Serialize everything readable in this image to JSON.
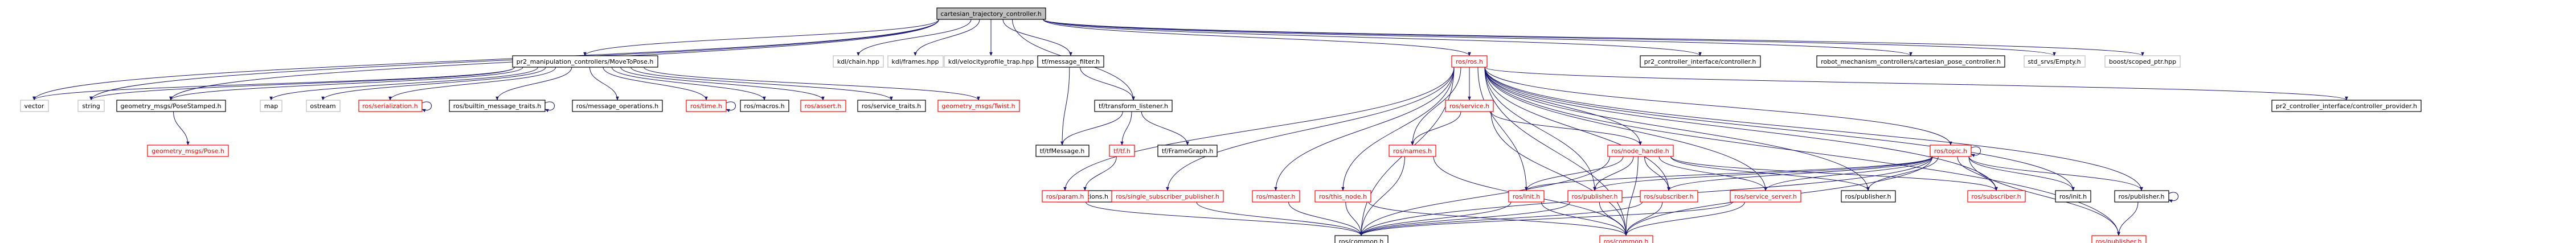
{
  "colors": {
    "edge": "#191970",
    "root_fill": "#bfbfbf",
    "black_border": "#000000",
    "red_border": "#ff0000",
    "gray_border": "#bfbfbf",
    "label_red": "#ff0000",
    "label_black": "#000000"
  },
  "graph": {
    "nodes": [
      {
        "id": "root",
        "label": "cartesian_trajectory_controller.h",
        "style": "root"
      },
      {
        "id": "vector",
        "label": "vector",
        "style": "gray"
      },
      {
        "id": "string",
        "label": "string",
        "style": "gray"
      },
      {
        "id": "pr2mv",
        "label": "pr2_manipulation_controllers/MoveToPose.h",
        "style": "black"
      },
      {
        "id": "kdlchain",
        "label": "kdl/chain.hpp",
        "style": "gray"
      },
      {
        "id": "kdlframes",
        "label": "kdl/frames.hpp",
        "style": "gray"
      },
      {
        "id": "kdlvel",
        "label": "kdl/velocityprofile_trap.hpp",
        "style": "gray"
      },
      {
        "id": "tfmf",
        "label": "tf/message_filter.h",
        "style": "black"
      },
      {
        "id": "rosros",
        "label": "ros/ros.h",
        "style": "red"
      },
      {
        "id": "pr2ctrlif",
        "label": "pr2_controller_interface/controller.h",
        "style": "black"
      },
      {
        "id": "robmech",
        "label": "robot_mechanism_controllers/cartesian_pose_controller.h",
        "style": "black"
      },
      {
        "id": "stdsrvs",
        "label": "std_srvs/Empty.h",
        "style": "gray"
      },
      {
        "id": "boost",
        "label": "boost/scoped_ptr.hpp",
        "style": "gray"
      },
      {
        "id": "geoposestamped",
        "label": "geometry_msgs/PoseStamped.h",
        "style": "black"
      },
      {
        "id": "map",
        "label": "map",
        "style": "gray"
      },
      {
        "id": "ostream",
        "label": "ostream",
        "style": "gray"
      },
      {
        "id": "rosser",
        "label": "ros/serialization.h",
        "style": "red"
      },
      {
        "id": "rosbmt",
        "label": "ros/builtin_message_traits.h",
        "style": "black"
      },
      {
        "id": "rosmsgops",
        "label": "ros/message_operations.h",
        "style": "black"
      },
      {
        "id": "rostime",
        "label": "ros/time.h",
        "style": "red"
      },
      {
        "id": "rosmacros",
        "label": "ros/macros.h",
        "style": "black"
      },
      {
        "id": "rosassert",
        "label": "ros/assert.h",
        "style": "red"
      },
      {
        "id": "rossvctr",
        "label": "ros/service_traits.h",
        "style": "black"
      },
      {
        "id": "geotwist",
        "label": "geometry_msgs/Twist.h",
        "style": "red"
      },
      {
        "id": "tftl",
        "label": "tf/transform_listener.h",
        "style": "black"
      },
      {
        "id": "pr2cp",
        "label": "pr2_controller_interface/controller_provider.h",
        "style": "black"
      },
      {
        "id": "geopose",
        "label": "geometry_msgs/Pose.h",
        "style": "red"
      },
      {
        "id": "rosservice",
        "label": "ros/service.h",
        "style": "red"
      },
      {
        "id": "rosnh",
        "label": "ros/node_handle.h",
        "style": "red"
      },
      {
        "id": "rostopic",
        "label": "ros/topic.h",
        "style": "red"
      },
      {
        "id": "tftfmsg",
        "label": "tf/tfMessage.h",
        "style": "black"
      },
      {
        "id": "tftf",
        "label": "tf/tf.h",
        "style": "red"
      },
      {
        "id": "tfframegraph",
        "label": "tf/FrameGraph.h",
        "style": "black"
      },
      {
        "id": "rosnames",
        "label": "ros/names.h",
        "style": "red"
      },
      {
        "id": "tfexc",
        "label": "tf/exceptions.h",
        "style": "black"
      },
      {
        "id": "rosparam",
        "label": "ros/param.h",
        "style": "red"
      },
      {
        "id": "rossspub",
        "label": "ros/single_subscriber_publisher.h",
        "style": "red"
      },
      {
        "id": "rosmaster",
        "label": "ros/master.h",
        "style": "red"
      },
      {
        "id": "rosthisnode",
        "label": "ros/this_node.h",
        "style": "red"
      },
      {
        "id": "rosinit",
        "label": "ros/init.h",
        "style": "red"
      },
      {
        "id": "rospubA",
        "label": "ros/publisher.h",
        "style": "red"
      },
      {
        "id": "rossubA",
        "label": "ros/subscriber.h",
        "style": "red"
      },
      {
        "id": "rossvcserver",
        "label": "ros/service_server.h",
        "style": "red"
      },
      {
        "id": "rospubB",
        "label": "ros/publisher.h",
        "style": "black"
      },
      {
        "id": "rossubB",
        "label": "ros/subscriber.h",
        "style": "red"
      },
      {
        "id": "rosinitB",
        "label": "ros/init.h",
        "style": "black"
      },
      {
        "id": "rospubC",
        "label": "ros/publisher.h",
        "style": "black"
      },
      {
        "id": "roscommonA",
        "label": "ros/common.h",
        "style": "black"
      },
      {
        "id": "roscommonB",
        "label": "ros/common.h",
        "style": "red"
      },
      {
        "id": "rospubD",
        "label": "ros/publisher.h",
        "style": "red"
      }
    ],
    "edges": [
      [
        "root",
        "vector"
      ],
      [
        "root",
        "string"
      ],
      [
        "root",
        "pr2mv"
      ],
      [
        "root",
        "kdlchain"
      ],
      [
        "root",
        "kdlframes"
      ],
      [
        "root",
        "kdlvel"
      ],
      [
        "root",
        "tfmf"
      ],
      [
        "root",
        "tftl"
      ],
      [
        "root",
        "rosros"
      ],
      [
        "root",
        "pr2ctrlif"
      ],
      [
        "root",
        "robmech"
      ],
      [
        "root",
        "stdsrvs"
      ],
      [
        "root",
        "boost"
      ],
      [
        "root",
        "geoposestamped"
      ],
      [
        "pr2mv",
        "vector"
      ],
      [
        "pr2mv",
        "string"
      ],
      [
        "pr2mv",
        "geoposestamped"
      ],
      [
        "pr2mv",
        "map"
      ],
      [
        "pr2mv",
        "ostream"
      ],
      [
        "pr2mv",
        "rosser"
      ],
      [
        "pr2mv",
        "rosbmt"
      ],
      [
        "pr2mv",
        "rosmsgops"
      ],
      [
        "pr2mv",
        "rostime"
      ],
      [
        "pr2mv",
        "rosmacros"
      ],
      [
        "pr2mv",
        "rosassert"
      ],
      [
        "pr2mv",
        "rossvctr"
      ],
      [
        "pr2mv",
        "geotwist"
      ],
      [
        "rosser",
        "rosser"
      ],
      [
        "rosbmt",
        "rosbmt"
      ],
      [
        "rostime",
        "rostime"
      ],
      [
        "geoposestamped",
        "geopose"
      ],
      [
        "tfmf",
        "tftfmsg"
      ],
      [
        "tfmf",
        "tftl"
      ],
      [
        "tftl",
        "tftfmsg"
      ],
      [
        "tftl",
        "tftf"
      ],
      [
        "tftl",
        "tfframegraph"
      ],
      [
        "tftf",
        "tfexc"
      ],
      [
        "rosros",
        "pr2cp"
      ],
      [
        "rosros",
        "rosservice"
      ],
      [
        "rosros",
        "rosnh"
      ],
      [
        "rosros",
        "rostopic"
      ],
      [
        "rosros",
        "rosnames"
      ],
      [
        "rosros",
        "rosparam"
      ],
      [
        "rosros",
        "rossspub"
      ],
      [
        "rosros",
        "rosmaster"
      ],
      [
        "rosros",
        "rosthisnode"
      ],
      [
        "rosros",
        "rosinit"
      ],
      [
        "rosros",
        "rospubA"
      ],
      [
        "rosros",
        "rossubA"
      ],
      [
        "rosros",
        "rossvcserver"
      ],
      [
        "rosros",
        "rospubB"
      ],
      [
        "rosros",
        "rossubB"
      ],
      [
        "rosros",
        "rosinitB"
      ],
      [
        "rosros",
        "rospubC"
      ],
      [
        "rosros",
        "rospubD"
      ],
      [
        "rosros",
        "roscommonA"
      ],
      [
        "rosros",
        "roscommonB"
      ],
      [
        "rosservice",
        "rosnames"
      ],
      [
        "rosservice",
        "rosnh"
      ],
      [
        "rosservice",
        "roscommonB"
      ],
      [
        "rosnames",
        "roscommonA"
      ],
      [
        "rosnames",
        "roscommonB"
      ],
      [
        "rosnh",
        "rosinit"
      ],
      [
        "rosnh",
        "rospubA"
      ],
      [
        "rosnh",
        "rossubA"
      ],
      [
        "rosnh",
        "rossvcserver"
      ],
      [
        "rosnh",
        "rospubB"
      ],
      [
        "rosnh",
        "rossubB"
      ],
      [
        "rosnh",
        "roscommonA"
      ],
      [
        "rosnh",
        "roscommonB"
      ],
      [
        "rostopic",
        "rostopic"
      ],
      [
        "rostopic",
        "rosinit"
      ],
      [
        "rostopic",
        "rospubA"
      ],
      [
        "rostopic",
        "rossubA"
      ],
      [
        "rostopic",
        "rossvcserver"
      ],
      [
        "rostopic",
        "rospubB"
      ],
      [
        "rostopic",
        "rossubB"
      ],
      [
        "rostopic",
        "rosinitB"
      ],
      [
        "rostopic",
        "rospubC"
      ],
      [
        "rostopic",
        "rospubD"
      ],
      [
        "rostopic",
        "roscommonA"
      ],
      [
        "rostopic",
        "roscommonB"
      ],
      [
        "rosparam",
        "roscommonA"
      ],
      [
        "rossspub",
        "roscommonA"
      ],
      [
        "rosmaster",
        "roscommonA"
      ],
      [
        "rosthisnode",
        "roscommonA"
      ],
      [
        "rosthisnode",
        "roscommonB"
      ],
      [
        "rosinit",
        "roscommonA"
      ],
      [
        "rosinit",
        "roscommonB"
      ],
      [
        "rospubA",
        "roscommonA"
      ],
      [
        "rospubA",
        "roscommonB"
      ],
      [
        "rossubA",
        "roscommonA"
      ],
      [
        "rossubA",
        "roscommonB"
      ],
      [
        "rossvcserver",
        "roscommonA"
      ],
      [
        "rossvcserver",
        "roscommonB"
      ],
      [
        "rospubC",
        "rospubC"
      ],
      [
        "rospubC",
        "rospubD"
      ]
    ]
  }
}
